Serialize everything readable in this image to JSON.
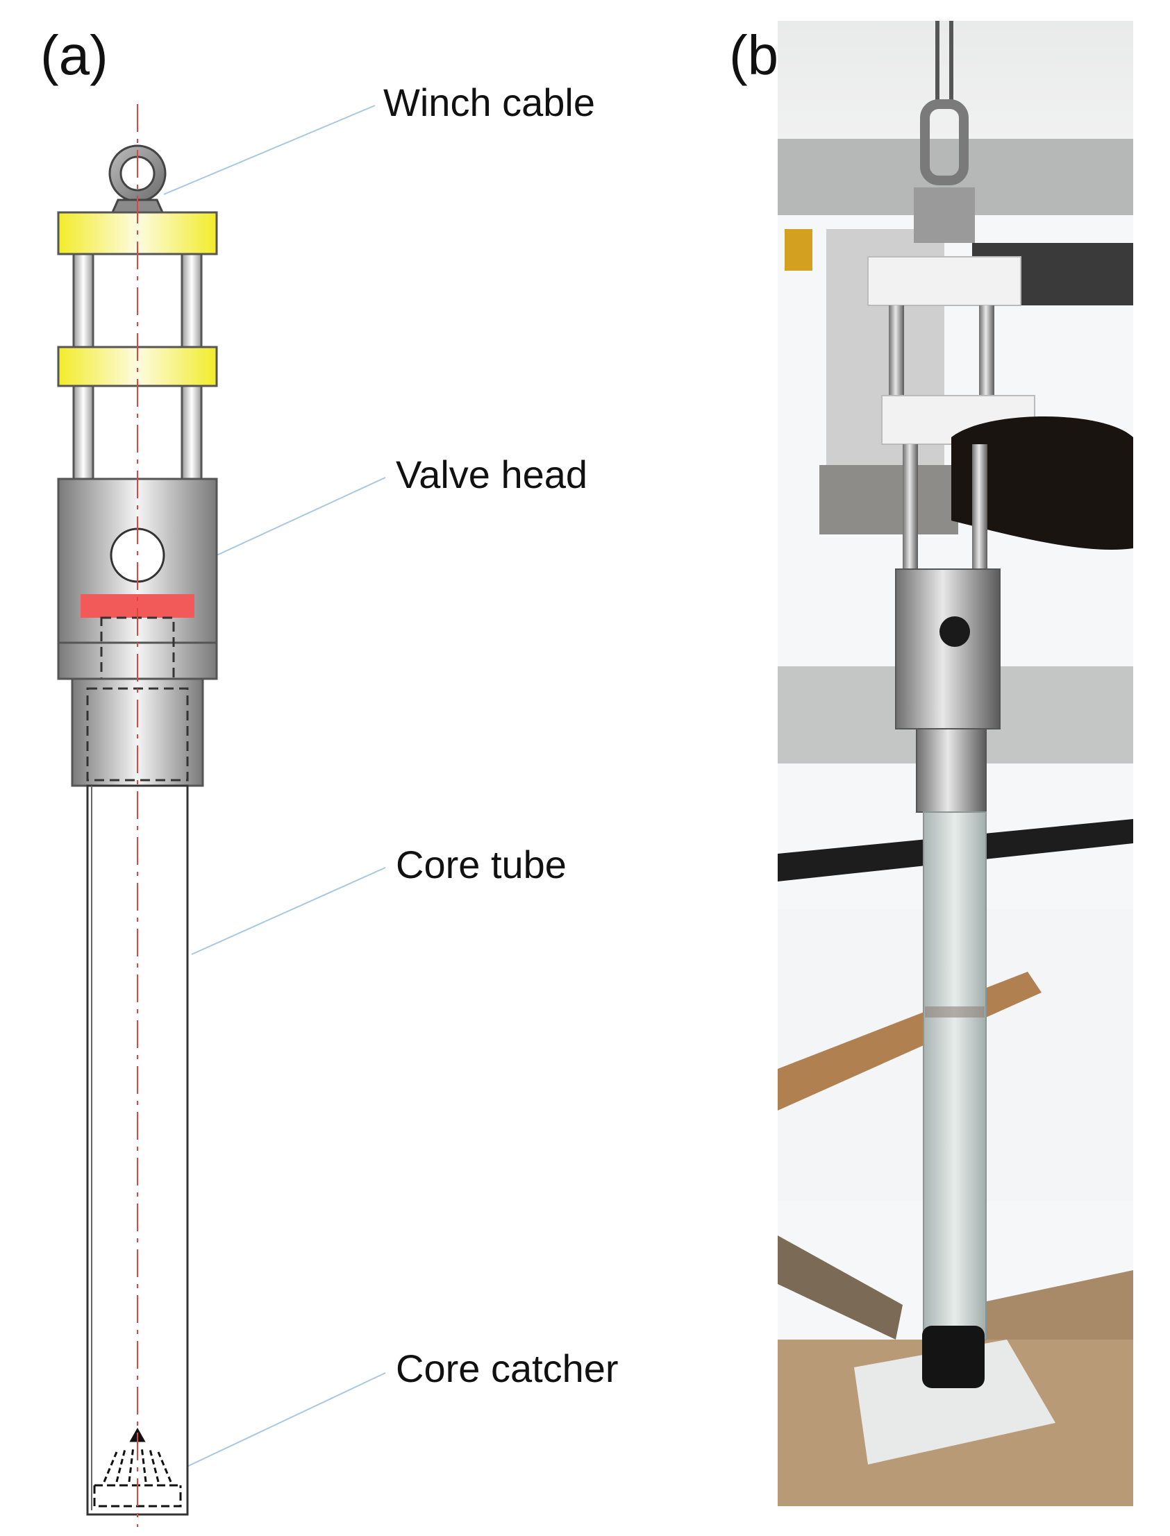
{
  "panels": {
    "a": "(a)",
    "b": "(b)"
  },
  "callouts": {
    "winch_cable": "Winch cable",
    "valve_head": "Valve head",
    "core_tube": "Core tube",
    "core_catcher": "Core catcher"
  },
  "colors": {
    "yellow_plate": "#f2ec2a",
    "red_seal": "#f25a5a",
    "centerline": "#e0443a",
    "leader_line": "#a8c8e0",
    "steel_dark": "#7a7a7a",
    "steel_light": "#efefef"
  },
  "photo": {
    "subject": "core-sampler-photo"
  }
}
